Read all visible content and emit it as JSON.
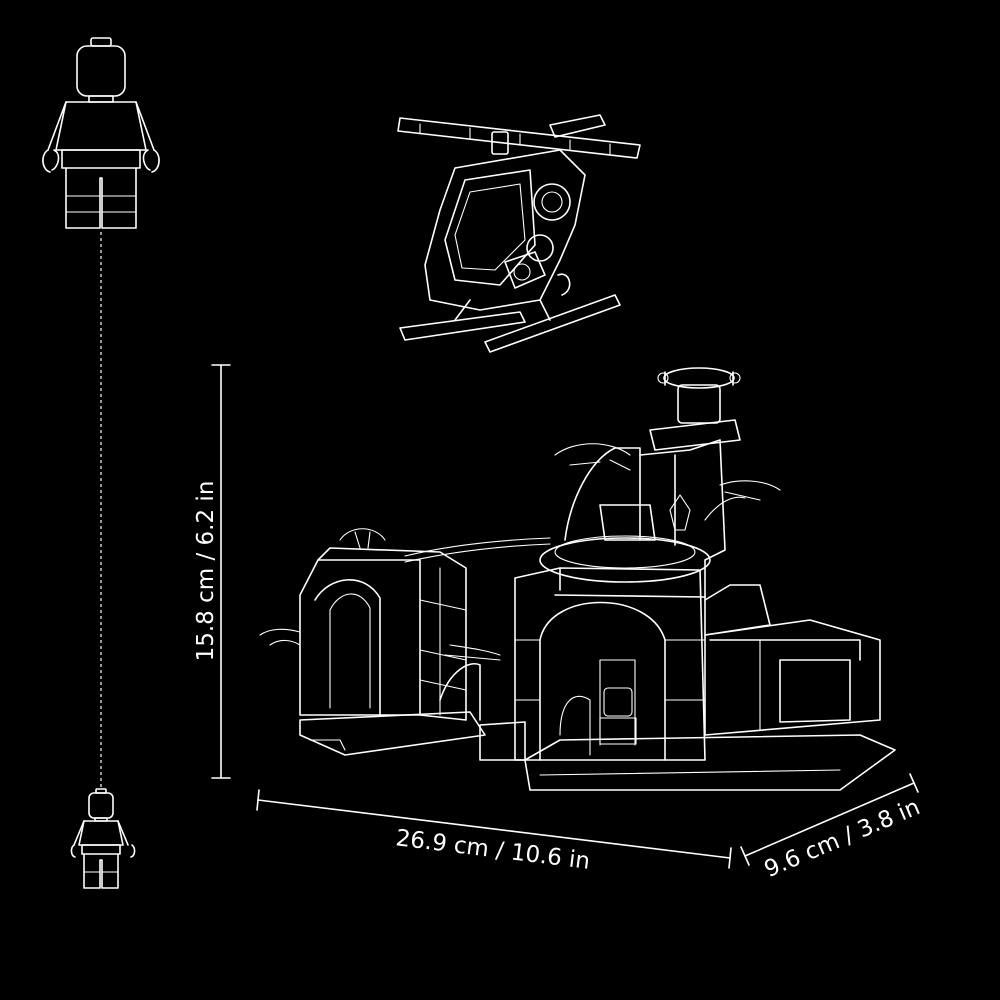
{
  "dimensions": {
    "height": "15.8 cm / 6.2 in",
    "width": "26.9 cm / 10.6 in",
    "depth": "9.6 cm / 3.8 in"
  },
  "colors": {
    "background": "#000000",
    "line": "#ffffff"
  }
}
